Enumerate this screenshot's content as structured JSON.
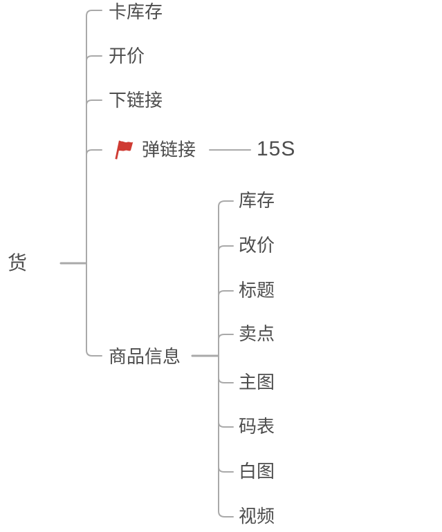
{
  "mindmap": {
    "root": {
      "label": "货"
    },
    "branches": [
      {
        "label": "卡库存"
      },
      {
        "label": "开价"
      },
      {
        "label": "下链接"
      },
      {
        "label": "弹链接",
        "marker": "red-flag",
        "children": [
          {
            "label": "15S"
          }
        ]
      },
      {
        "label": "商品信息",
        "children": [
          {
            "label": "库存"
          },
          {
            "label": "改价"
          },
          {
            "label": "标题"
          },
          {
            "label": "卖点"
          },
          {
            "label": "主图"
          },
          {
            "label": "码表"
          },
          {
            "label": "白图"
          },
          {
            "label": "视频"
          }
        ]
      }
    ]
  },
  "colors": {
    "line": "#a9a9a9",
    "text": "#4d4d4d",
    "flag": "#cf3b33",
    "bg": "#ffffff"
  }
}
